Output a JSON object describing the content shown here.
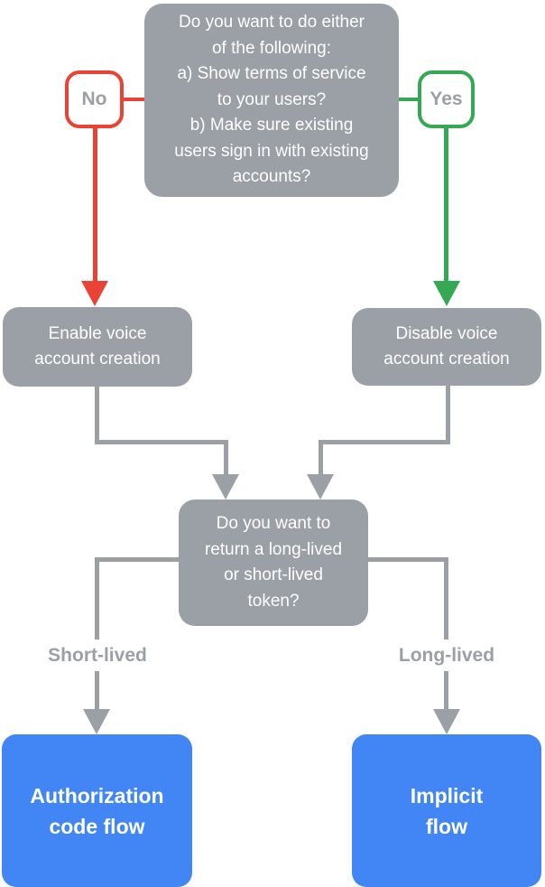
{
  "colors": {
    "gray": "#9AA0A6",
    "red": "#EA4335",
    "green": "#34A853",
    "blue": "#4285F4",
    "label-text": "#9AA0A6"
  },
  "flowchart": {
    "question1": "Do you want to do either\nof the following:\na) Show terms of service\nto your users?\nb) Make sure existing\nusers sign in with existing\naccounts?",
    "no_label": "No",
    "yes_label": "Yes",
    "enable_box": "Enable voice\naccount creation",
    "disable_box": "Disable voice\naccount creation",
    "question2": "Do you want to\nreturn a long-lived\nor short-lived\ntoken?",
    "short_lived_label": "Short-lived",
    "long_lived_label": "Long-lived",
    "auth_code_box": "Authorization\ncode flow",
    "implicit_box": "Implicit\nflow"
  }
}
